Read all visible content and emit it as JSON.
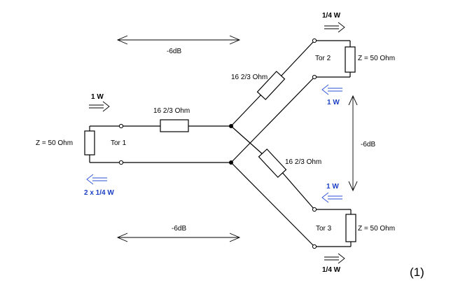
{
  "label_figure_number": "(1)",
  "label_db_top": "-6dB",
  "label_db_bottom": "-6dB",
  "label_db_right": "-6dB",
  "label_in_power": "1 W",
  "label_reflect_power": "2 x 1/4 W",
  "label_z_left": "Z = 50 Ohm",
  "label_port1": "Tor 1",
  "label_r1": "16 2/3 Ohm",
  "label_r2": "16 2/3 Ohm",
  "label_r3": "16 2/3 Ohm",
  "label_port2": "Tor 2",
  "label_z2": "Z = 50 Ohm",
  "label_out2_power": "1/4 W",
  "label_in2_power": "1 W",
  "label_port3": "Tor 3",
  "label_z3": "Z = 50 Ohm",
  "label_out3_power": "1/4 W",
  "label_in3_power": "1 W",
  "colors": {
    "line": "#000000",
    "reverse_power": "#1a3fc4"
  }
}
